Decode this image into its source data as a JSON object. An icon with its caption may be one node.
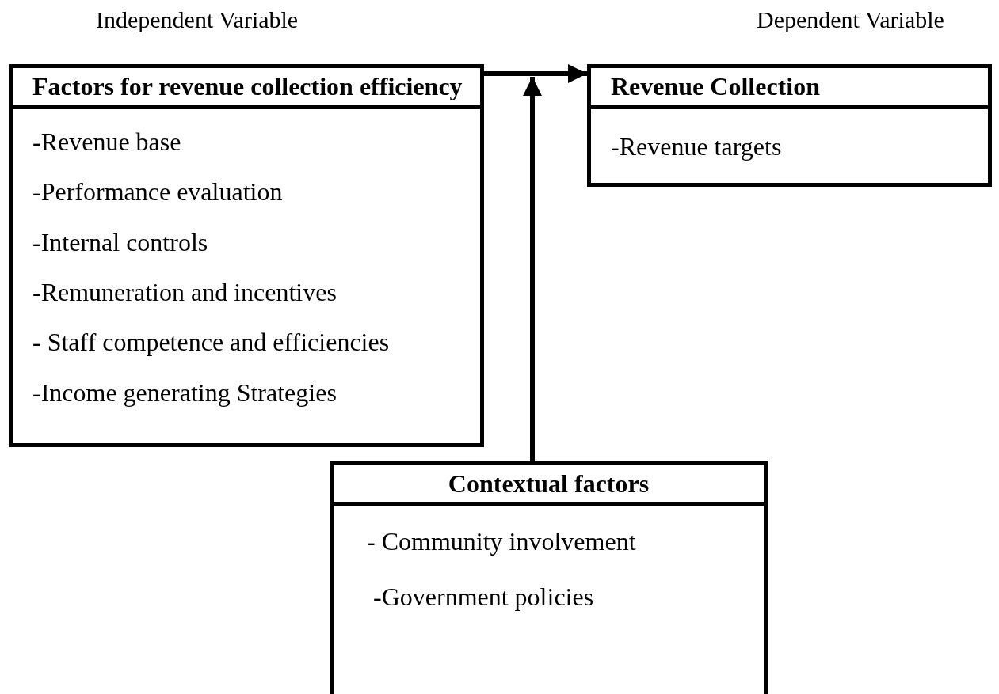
{
  "diagram": {
    "nodes": [
      {
        "text": [
          "Factors for revenue collection efficiency",
          "-Revenue base",
          "-Performance evaluation",
          "-Internal controls",
          "-Remuneration and incentives",
          "- Staff competence and efficiencies",
          "-Income generating Strategies"
        ]
      },
      {
        "text": [
          "Revenue Collection",
          "-Revenue targets"
        ]
      },
      {
        "text": [
          "Contextual factors",
          "- Community involvement",
          "-Government policies"
        ]
      }
    ],
    "edges": [
      {
        "from": 0,
        "to": 1,
        "arrow": "to"
      },
      {
        "from": 2,
        "to": null,
        "arrow": "to"
      }
    ],
    "labels": [
      "Independent Variable",
      "Dependent Variable"
    ]
  }
}
